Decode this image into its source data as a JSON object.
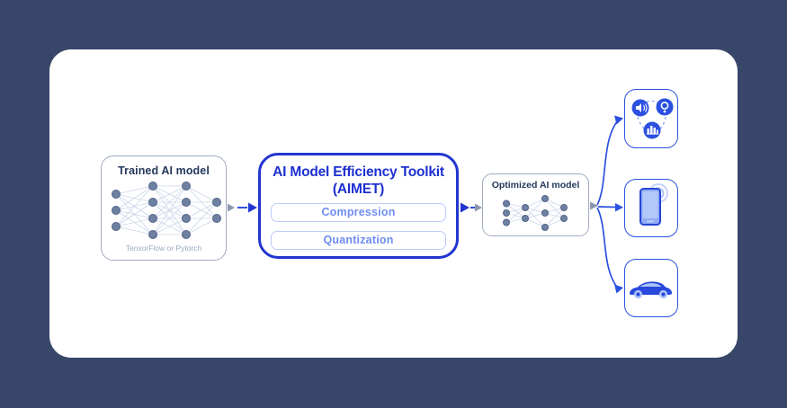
{
  "page": {
    "background_color": "#38466A",
    "card_background": "#FFFFFF"
  },
  "colors": {
    "accent_blue": "#2236CF",
    "arrow_blue": "#2B50E0",
    "pill_text": "#6E8DF2",
    "pill_border": "#BCCBF8",
    "gray_border": "#9FABC0",
    "gray_arrow": "#8A97AE",
    "dark_text": "#24385C",
    "muted_text": "#9AA8C2",
    "node_fill": "#6F81A1",
    "node_stroke": "#51638A",
    "edge_line": "#CBD6E8",
    "icon_light_blue": "#A9C2FA",
    "dashed_link": "#9FB4F5"
  },
  "diagram": {
    "trained_model": {
      "title": "Trained AI model",
      "caption": "TensorFlow or Pytorch",
      "network_layers": [
        3,
        4,
        4,
        2
      ]
    },
    "aimet": {
      "title_line1": "AI Model Efficiency Toolkit",
      "title_line2": "(AIMET)",
      "modules": [
        "Compression",
        "Quantization"
      ]
    },
    "optimized_model": {
      "title": "Optimized AI model",
      "network_layers": [
        3,
        2,
        3,
        2
      ]
    },
    "targets": [
      {
        "name": "iot-media-devices",
        "icons": [
          "speaker-icon",
          "camera-icon",
          "city-skyline-icon"
        ]
      },
      {
        "name": "smartphone",
        "icons": [
          "smartphone-icon"
        ]
      },
      {
        "name": "car",
        "icons": [
          "car-icon"
        ]
      }
    ]
  }
}
